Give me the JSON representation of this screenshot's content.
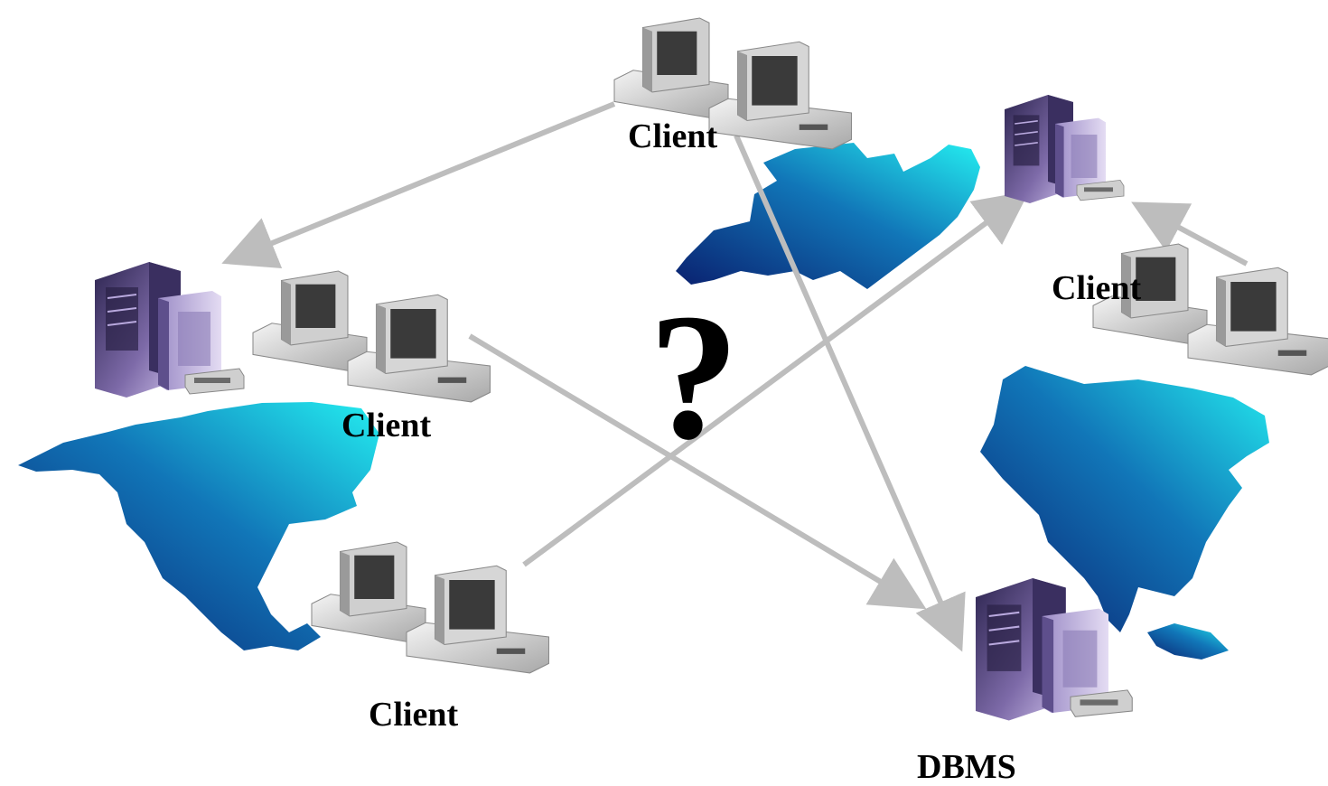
{
  "labels": {
    "client_top": "Client",
    "client_right": "Client",
    "client_middle": "Client",
    "client_bottom": "Client",
    "dbms": "DBMS",
    "question_mark": "?"
  },
  "colors": {
    "arrow": "#bdbdbd",
    "continent_dark": "#0a1f6e",
    "continent_light": "#20e6ee",
    "server_dark": "#4a3d75",
    "server_light": "#c8b8e6",
    "pc_body": "#d9d9d9",
    "pc_screen": "#3a3a3a"
  },
  "icons": [
    "server-icon",
    "client-pc-icon",
    "continent-map"
  ]
}
